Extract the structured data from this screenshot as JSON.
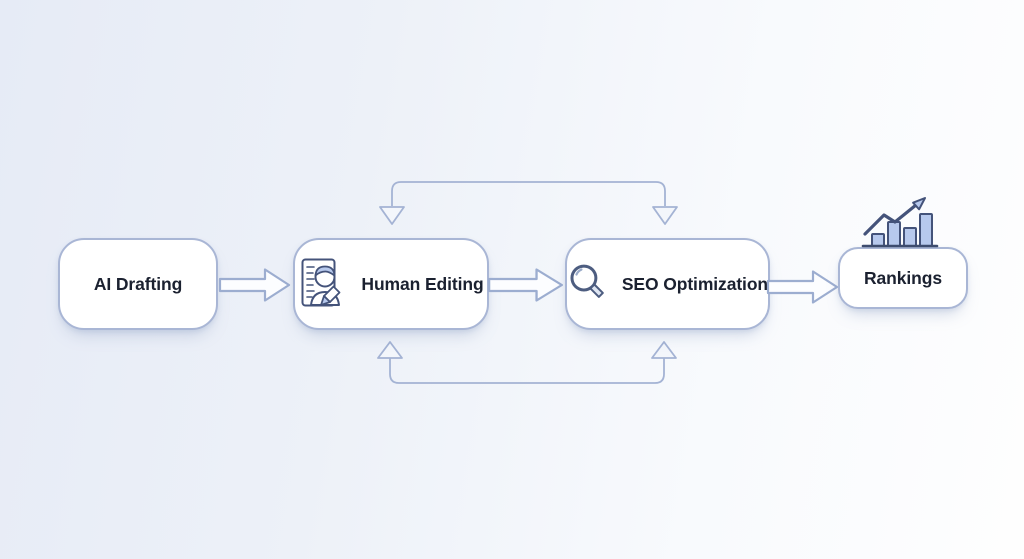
{
  "diagram": {
    "type": "flowchart",
    "nodes": [
      {
        "id": "ai-drafting",
        "label": "AI Drafting",
        "icon": null
      },
      {
        "id": "human-editing",
        "label": "Human Editing",
        "icon": "document-editor-icon"
      },
      {
        "id": "seo-optimization",
        "label": "SEO Optimization",
        "icon": "magnifier-icon"
      },
      {
        "id": "rankings",
        "label": "Rankings",
        "icon": "bar-chart-growth-icon"
      }
    ],
    "connections": [
      {
        "from": "AI Drafting",
        "to": "Human Editing",
        "style": "block-arrow",
        "direction": "right"
      },
      {
        "from": "Human Editing",
        "to": "SEO Optimization",
        "style": "block-arrow",
        "direction": "right"
      },
      {
        "from": "SEO Optimization",
        "to": "Rankings",
        "style": "block-arrow",
        "direction": "right"
      },
      {
        "between": [
          "Human Editing",
          "SEO Optimization"
        ],
        "style": "feedback-loop",
        "position": "top",
        "arrowheads": "both"
      },
      {
        "between": [
          "Human Editing",
          "SEO Optimization"
        ],
        "style": "feedback-loop",
        "position": "bottom",
        "arrowheads": "both"
      }
    ],
    "colors": {
      "background_left": "#e6ebf6",
      "background_right": "#fefefe",
      "node_fill": "#ffffff",
      "node_border": "#a9b6d5",
      "label_text": "#1b2130",
      "connector_line": "#a4b3d4",
      "block_arrow_fill": "#fcfdff",
      "block_arrow_stroke": "#9cadd0",
      "icon_stroke": "#44537a",
      "icon_fill": "#b7c9ed"
    }
  }
}
